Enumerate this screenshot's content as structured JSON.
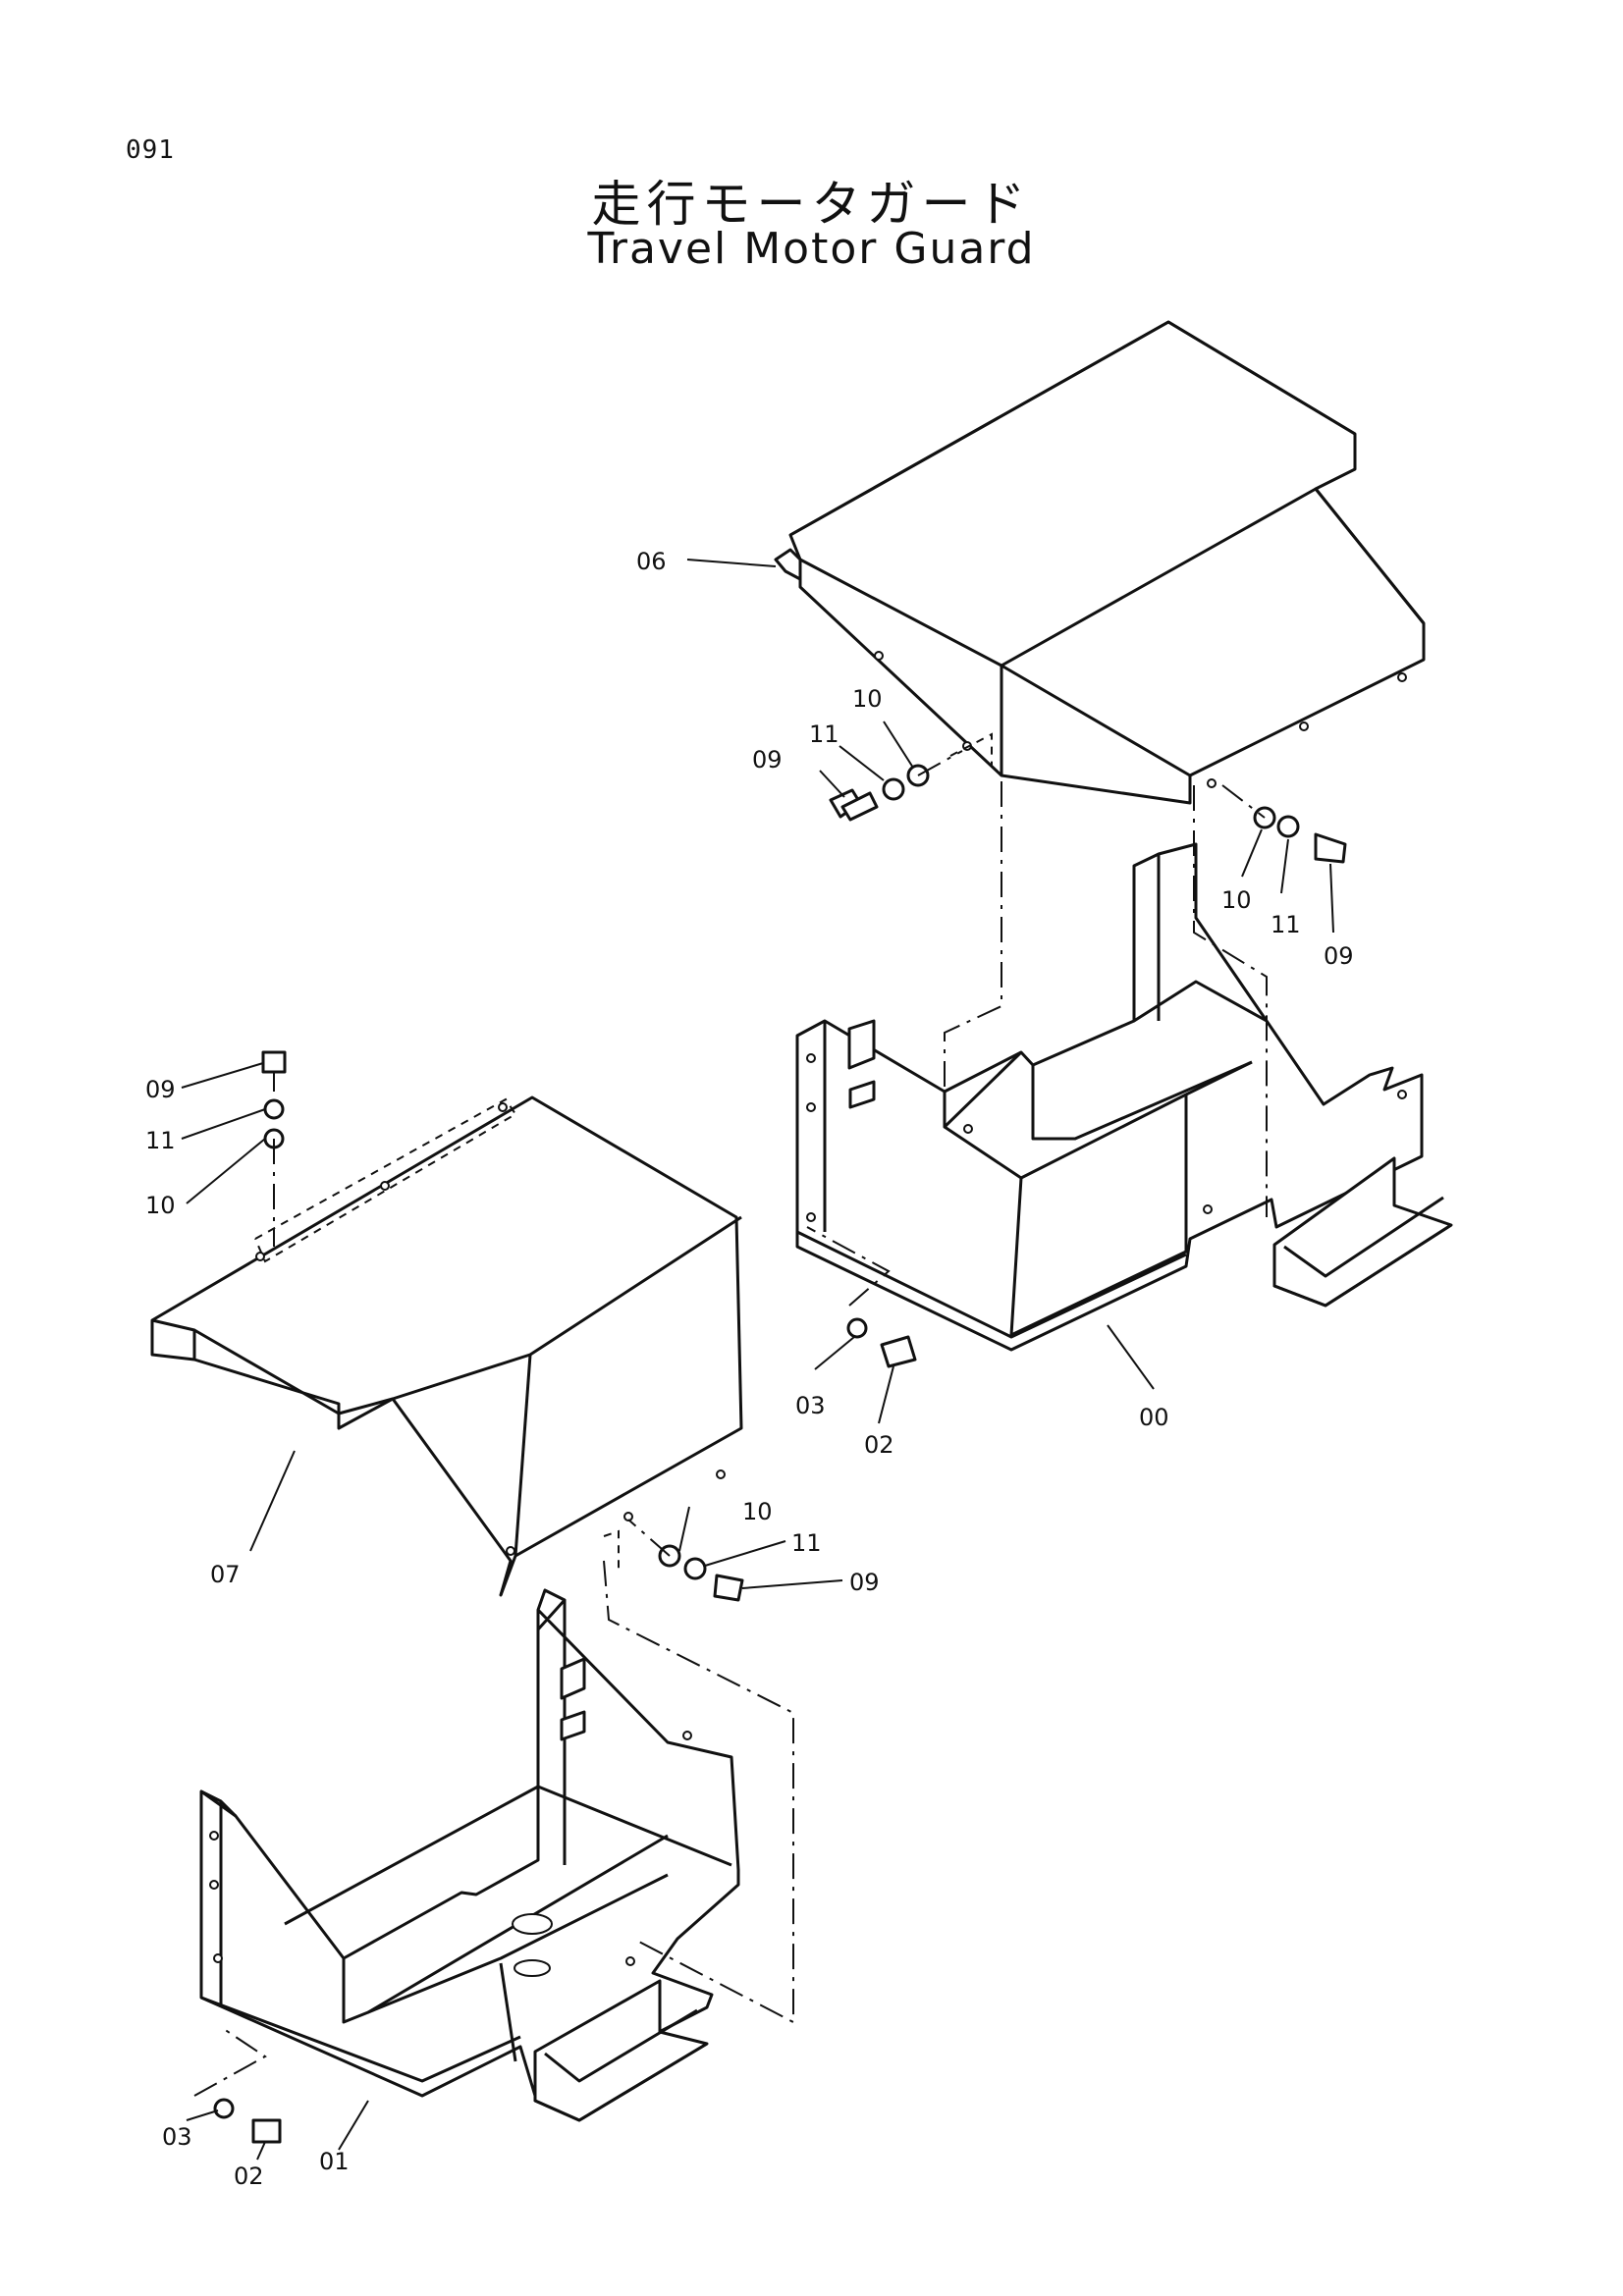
{
  "page_number": "091",
  "title_jp": "走行モータガード",
  "title_en": "Travel Motor Guard",
  "callouts": {
    "c06": "06",
    "c10_a": "10",
    "c11_a": "11",
    "c09_a": "09",
    "c10_b": "10",
    "c11_b": "11",
    "c09_b": "09",
    "c03_a": "03",
    "c02_a": "02",
    "c00": "00",
    "c09_c": "09",
    "c11_c": "11",
    "c10_c": "10",
    "c07": "07",
    "c10_d": "10",
    "c11_d": "11",
    "c09_d": "09",
    "c03_b": "03",
    "c02_b": "02",
    "c01": "01"
  }
}
